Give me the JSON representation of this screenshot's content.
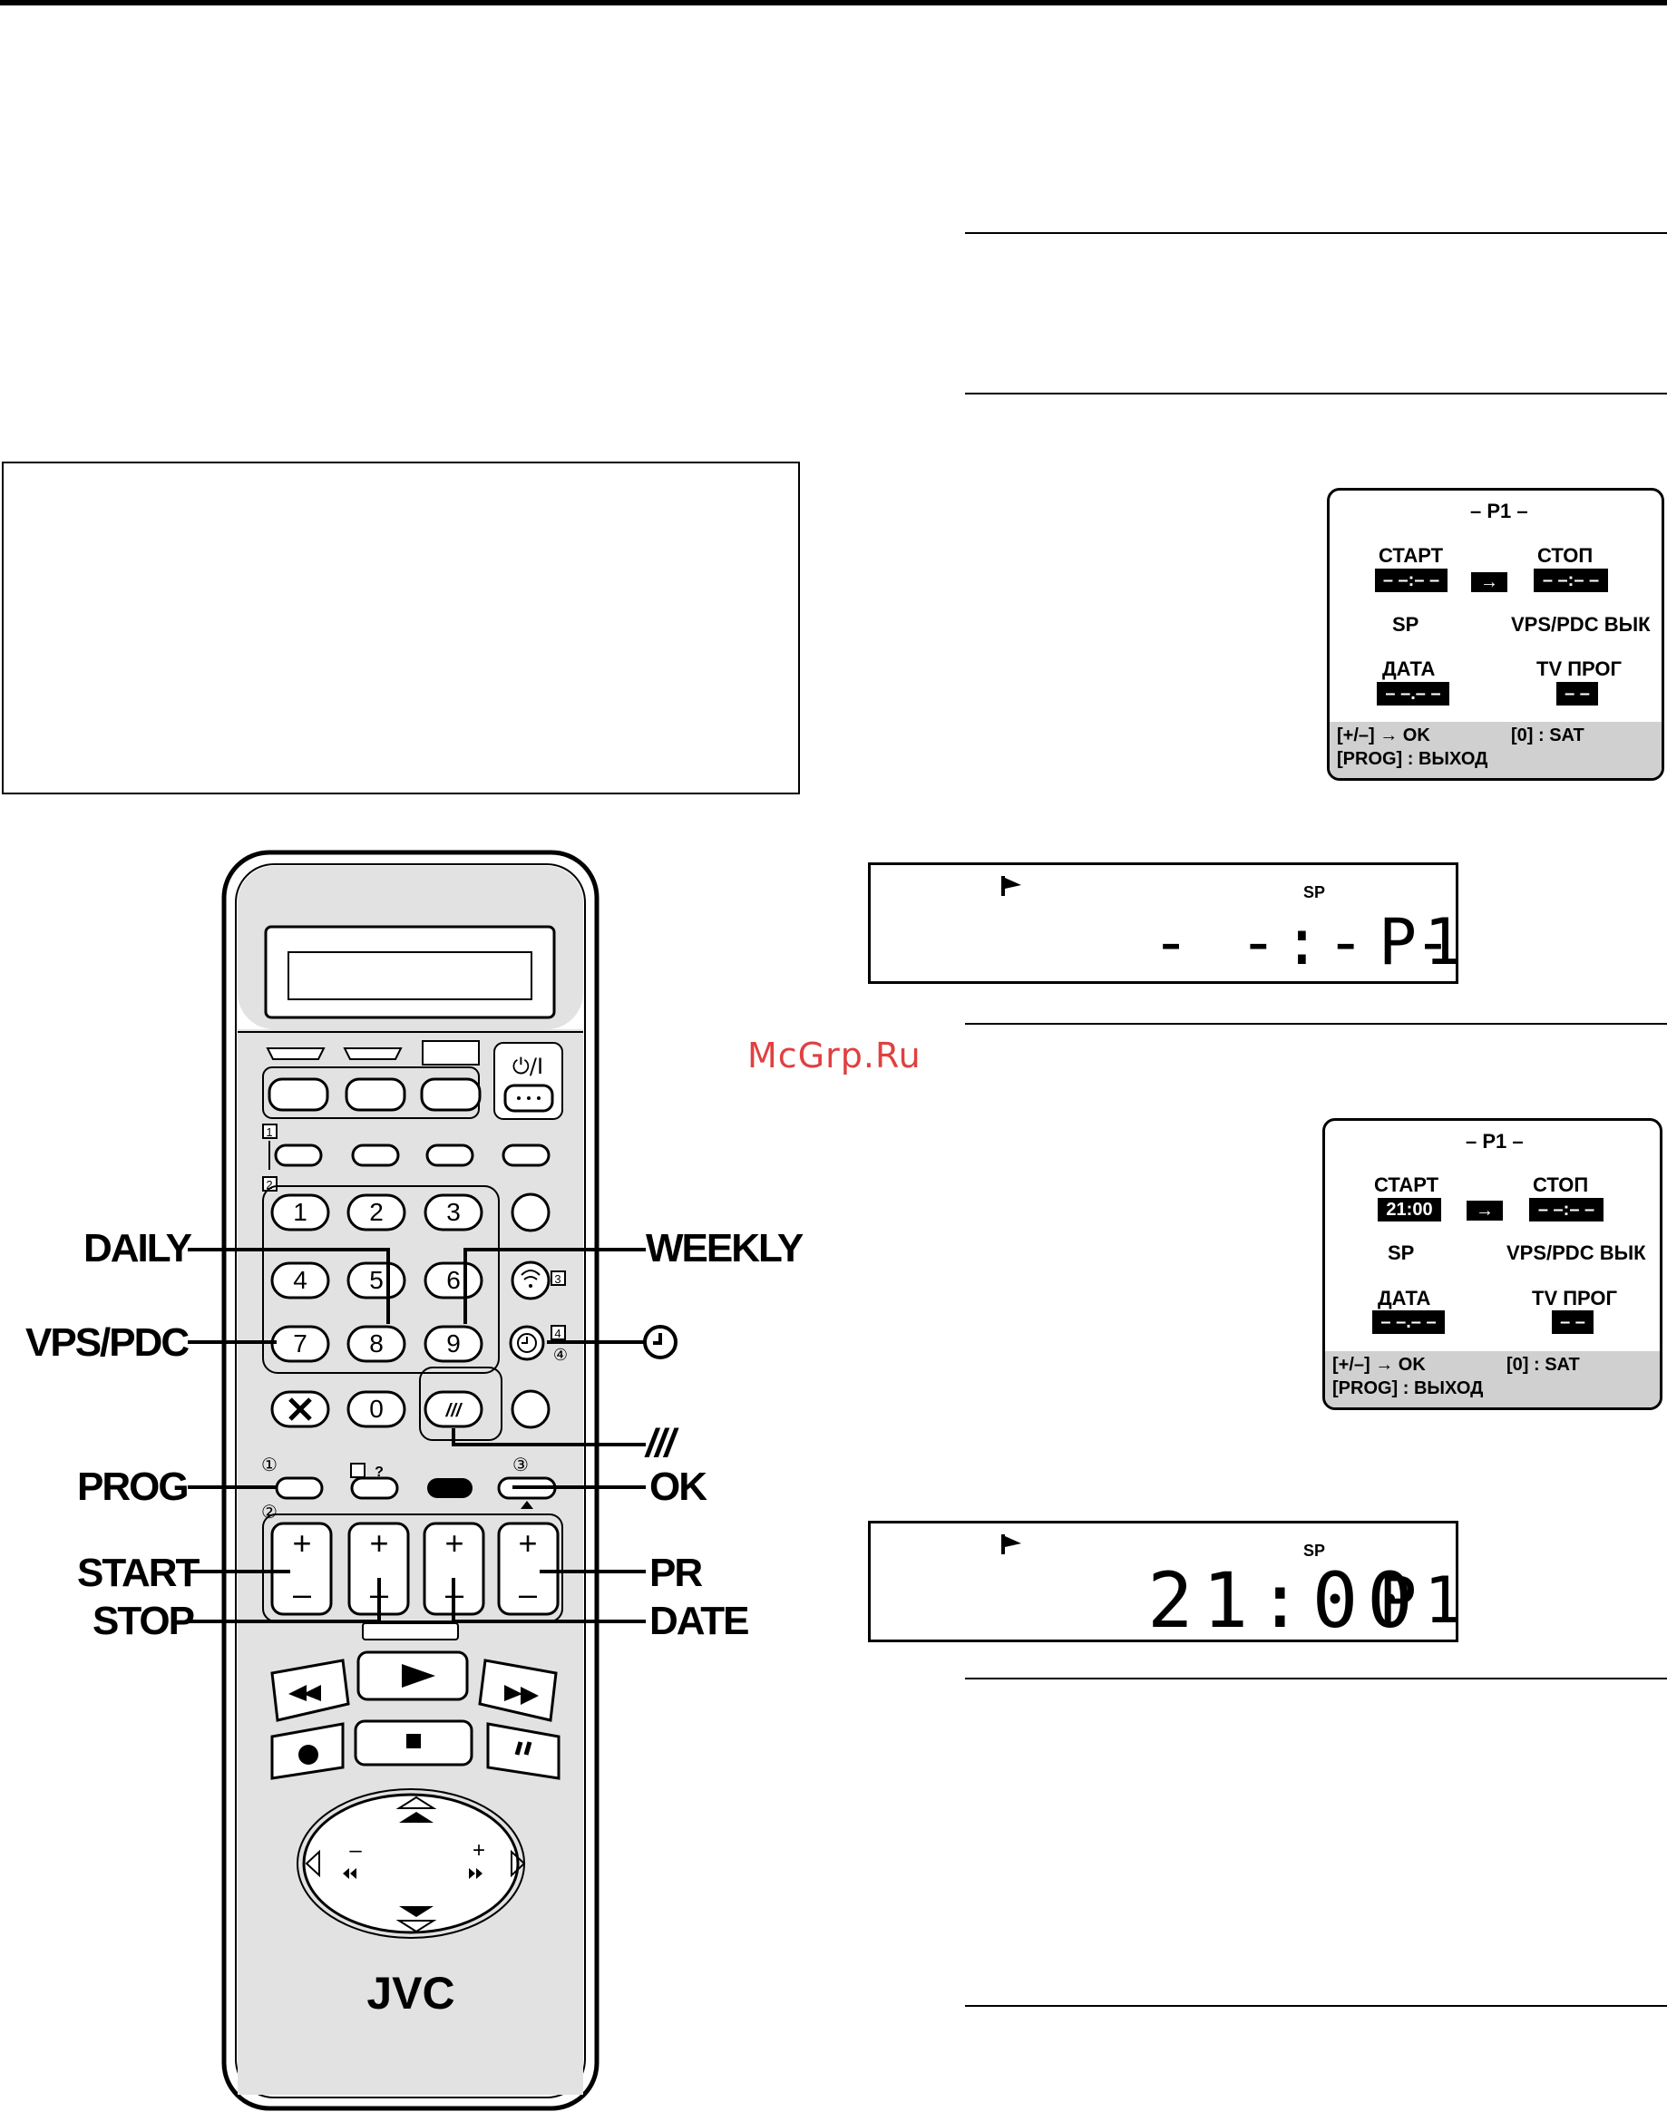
{
  "watermark": "McGrp.Ru",
  "osd1": {
    "title": "– P1 –",
    "start_label": "СТАРТ",
    "start_value": "– –:– –",
    "stop_label": "СТОП",
    "stop_value": "– –:– –",
    "arrow": "→",
    "speed": "SP",
    "vps": "VPS/PDC ВЫК",
    "date_label": "ДАТА",
    "date_value": "– –.– –",
    "tv_label": "TV ПРОГ",
    "tv_value": "– –",
    "footer_line1": "[+/–]  → OK",
    "footer_sat": "[0] : SAT",
    "footer_line2": "[PROG] : ВЫХОД"
  },
  "osd2": {
    "title": "– P1 –",
    "start_label": "СТАРТ",
    "start_value": "21:00",
    "stop_label": "СТОП",
    "stop_value": "– –:– –",
    "arrow": "→",
    "speed": "SP",
    "vps": "VPS/PDC ВЫК",
    "date_label": "ДАТА",
    "date_value": "– –.– –",
    "tv_label": "TV ПРОГ",
    "tv_value": "– –",
    "footer_line1": "[+/–]  → OK",
    "footer_sat": "[0] : SAT",
    "footer_line2": "[PROG] : ВЫХОД"
  },
  "lcd1": {
    "speed": "SP",
    "time": "- -:- -",
    "program": "P1"
  },
  "lcd2": {
    "speed": "SP",
    "time": "21:00",
    "program": "P1"
  },
  "remote": {
    "brand": "JVC",
    "power_symbol": "⏻/I",
    "digits": [
      "1",
      "2",
      "3",
      "4",
      "5",
      "6",
      "7",
      "8",
      "9",
      "0"
    ],
    "plus": "+",
    "minus": "–",
    "box1": "1",
    "box2": "2",
    "box3": "3",
    "box4": "4",
    "circle1": "①",
    "circle2": "②",
    "circle3": "③",
    "circle4": "④",
    "question": "?"
  },
  "callouts": {
    "daily": "DAILY",
    "weekly": "WEEKLY",
    "vps_pdc": "VPS/PDC",
    "prog": "PROG",
    "ok": "OK",
    "start": "START",
    "pr": "PR",
    "stop": "STOP",
    "date": "DATE",
    "slashes": "///"
  }
}
